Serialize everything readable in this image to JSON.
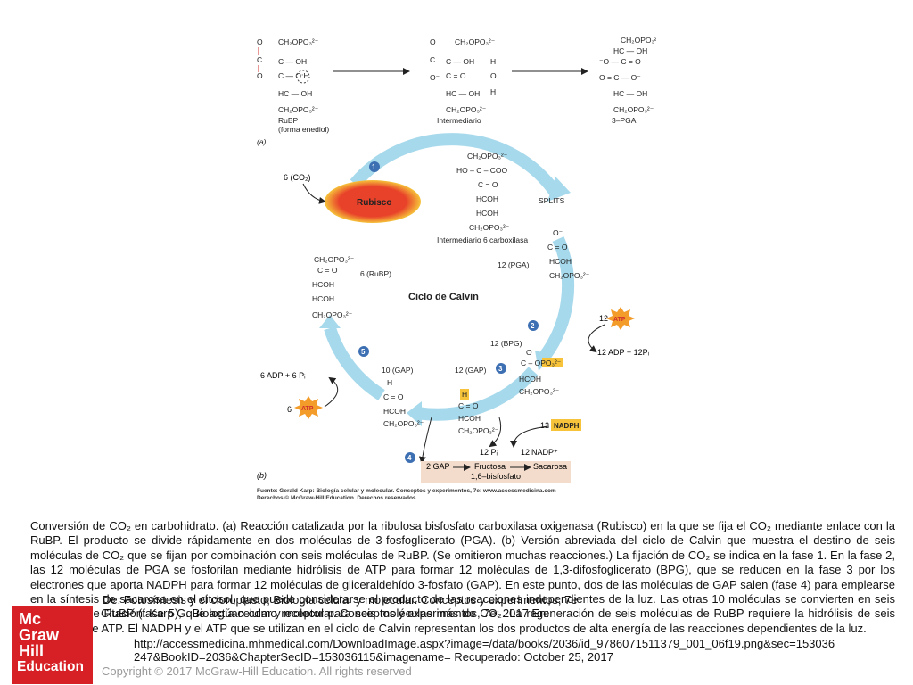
{
  "figure": {
    "part_a": {
      "left_molecule": {
        "co2_top": [
          "O",
          "C",
          "O"
        ],
        "rows": [
          "CH₂OPO₃²⁻",
          "C — OH",
          "C — O:H",
          "HC — OH",
          "CH₂OPO₃²⁻"
        ],
        "label": [
          "RuBP",
          "(forma enediol)"
        ]
      },
      "middle_molecule": {
        "co2_side": [
          "O",
          "C",
          "O⁻"
        ],
        "rows": [
          "CH₂OPO₃²⁻",
          "C — OH",
          "C = O",
          "HC — OH",
          "CH₂OPO₃²⁻"
        ],
        "side_h": [
          "H",
          "O",
          "H"
        ],
        "label": "Intermediario"
      },
      "right_molecule": {
        "top_rows": [
          "CH₂OPO₃²⁻",
          "HC — OH",
          "⁻O — C = O"
        ],
        "bottom_rows": [
          "O = C — O⁻",
          "HC — OH",
          "CH₂OPO₃²⁻"
        ],
        "label": "3–PGA"
      },
      "tag": "(a)"
    },
    "part_b": {
      "tag": "(b)",
      "center_title": "Ciclo de Calvin",
      "rubisco": "Rubisco",
      "co2_in": "6 (CO₂)",
      "intermediate_rows": [
        "CH₂OPO₃²⁻",
        "HO – C – COO⁻",
        "C = O",
        "HCOH",
        "HCOH",
        "CH₂OPO₃²⁻"
      ],
      "intermediate_label": "Intermediario 6 carboxilasa",
      "splits": "SPLITS",
      "pga_rows": [
        "O⁻",
        "C = O",
        "HCOH",
        "CH₂OPO₃²⁻"
      ],
      "pga_label": "12 (PGA)",
      "atp_in_12": "12",
      "atp": "ATP",
      "adp_out": "12 ADP + 12Pᵢ",
      "bpg_label": "12 (BPG)",
      "bpg_rows": [
        "O",
        "C – OPO₃²⁻",
        "HCOH",
        "CH₂OPO₃²⁻"
      ],
      "gap_label_12": "12 (GAP)",
      "gap_rows_12": [
        "H",
        "C = O",
        "HCOH",
        "CH₂OPO₃²⁻"
      ],
      "gap_label_10": "10 (GAP)",
      "gap_rows_10": [
        "H",
        "C = O",
        "HCOH",
        "CH₂OPO₃²⁻"
      ],
      "nadph": "NADPH",
      "nadph_count": "12",
      "pi_nadp": [
        "12 Pᵢ",
        "12",
        "NADP⁺"
      ],
      "rubp_label": "6 (RuBP)",
      "rubp_rows": [
        "CH₂OPO₃²⁻",
        "C = O",
        "HCOH",
        "HCOH",
        "CH₂OPO₃²⁻"
      ],
      "adp_in": "6 ADP + 6 Pᵢ",
      "atp_6": "6",
      "product_chain": [
        "2 GAP",
        "Fructosa",
        "1,6–bisfosfato",
        "Sacarosa"
      ],
      "steps": [
        "1",
        "2",
        "3",
        "4",
        "5"
      ],
      "source": [
        "Fuente: Gerald Karp: Biología celular y molecular. Conceptos y experimentos, 7e: www.accessmedicina.com",
        "Derechos © McGraw-Hill Education. Derechos reservados."
      ]
    }
  },
  "caption": "Conversión de CO₂ en carbohidrato. (a) Reacción catalizada por la ribulosa bisfosfato carboxilasa oxigenasa (Rubisco) en la que se fija el CO₂ mediante enlace con la RuBP. El producto se divide rápidamente en dos moléculas de 3-fosfoglicerato (PGA). (b) Versión abreviada del ciclo de Calvin que muestra el destino de seis moléculas de CO₂ que se fijan por combinación con seis moléculas de RuBP. (Se omitieron muchas reacciones.) La fijación de CO₂ se indica en la fase 1. En la fase 2, las 12 moléculas de PGA se fosforilan mediante hidrólisis de ATP para formar 12 moléculas de 1,3-difosfoglicerato (BPG), que se reducen en la fase 3 por los electrones que aporta NADPH para formar 12 moléculas de gliceraldehído 3-fosfato (GAP). En este punto, dos de las moléculas de GAP salen (fase 4) para emplearse en la síntesis de sacarosa en el citosol, que puede considerarse el producto de las reacciones independientes de la luz. Las otras 10 moléculas se convierten en seis moléculas de RuBP (fase 5), que actúan como receptor para seis moléculas más de CO₂. La regeneración de seis moléculas de RuBP requiere la hidrólisis de seis moléculas de ATP. El NADPH y el ATP que se utilizan en el ciclo de Calvin representan los dos productos de alta energía de las reacciones dependientes de la luz.",
  "overlay": {
    "line1": "De: Fotosíntesis y el cloroplasto, Biología celular y molecular. Conceptos y experimentos, 7e",
    "line2": "Citación: Karp G. Biología celular y molecular. Conceptos y experimentos, 7e; 2017 En:",
    "line3": "http://accessmedicina.mhmedical.com/DownloadImage.aspx?image=/data/books/2036/id_9786071511379_001_06f19.png&sec=153036",
    "line4": "247&BookID=2036&ChapterSecID=153036115&imagename= Recuperado: October 25, 2017"
  },
  "copyright": "Copyright © 2017 McGraw-Hill Education. All rights reserved",
  "logo": {
    "lines": [
      "Mc",
      "Graw",
      "Hill",
      "Education"
    ]
  },
  "colors": {
    "cycle_arrow": "#a6d9ec",
    "rubisco_fill": "#e8422a",
    "rubisco_glow": "#f6c33a",
    "step_circle": "#3d6fb3",
    "atp_star": "#f39c2a",
    "product_box": "#f3dccb",
    "red_text": "#d0312d"
  }
}
